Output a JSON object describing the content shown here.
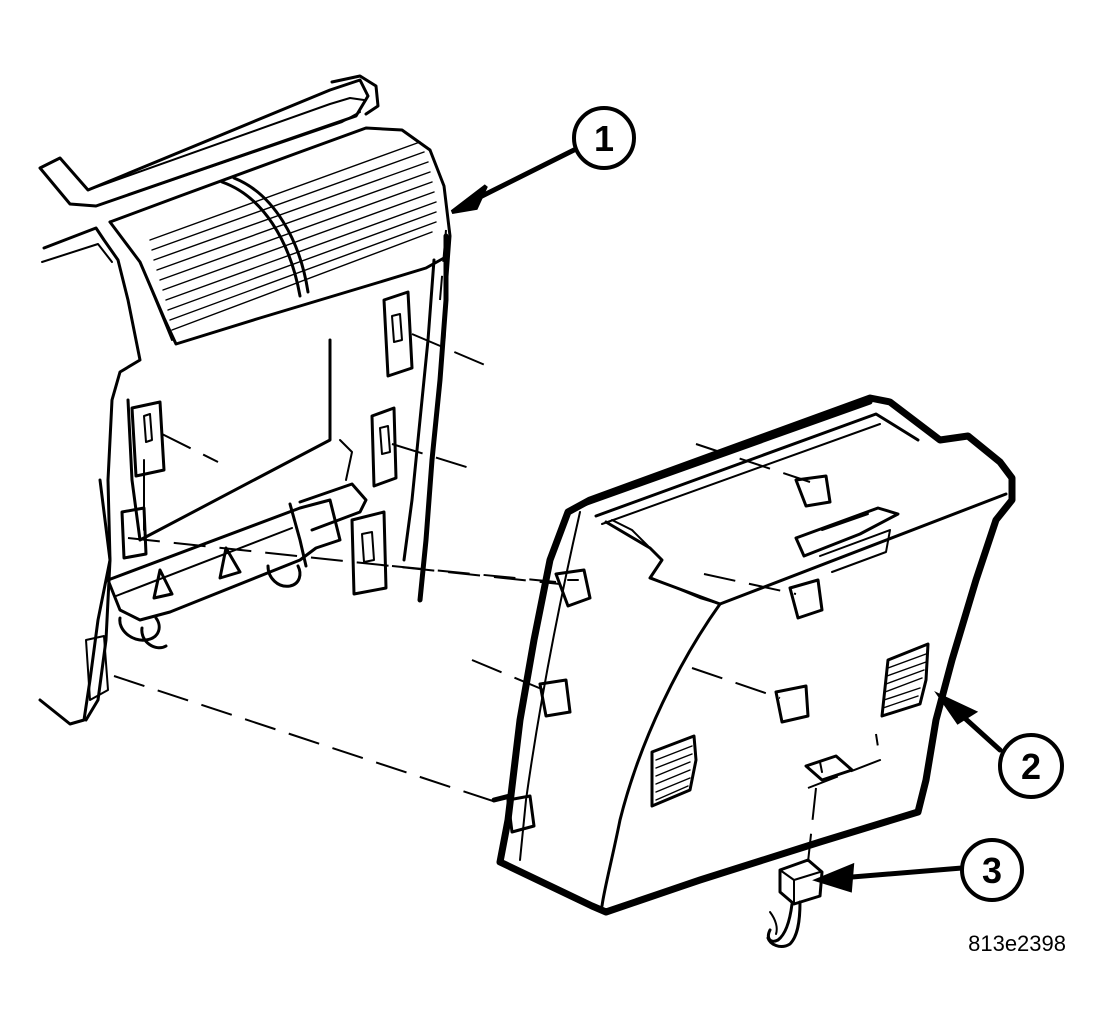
{
  "callouts": [
    {
      "number": "1"
    },
    {
      "number": "2"
    },
    {
      "number": "3"
    }
  ],
  "figure_id": "813e2398"
}
